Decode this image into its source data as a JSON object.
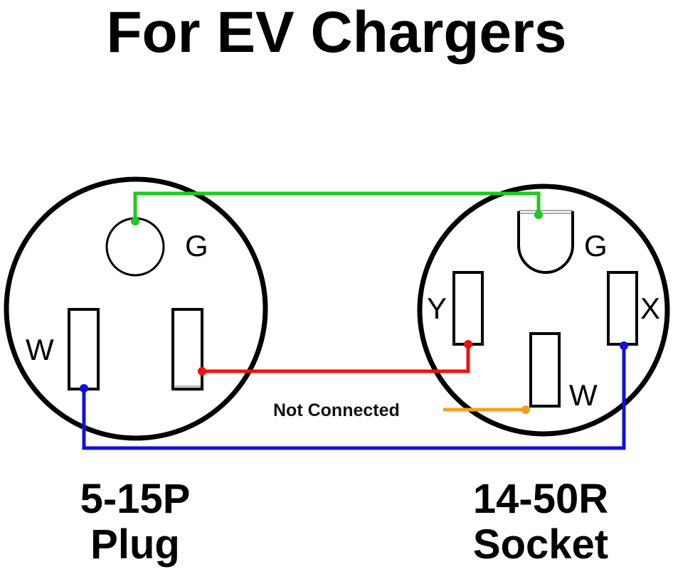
{
  "title": "For EV Chargers",
  "plug": {
    "model": "5-15P",
    "type": "Plug",
    "terminals": {
      "ground": "G",
      "neutral": "W"
    }
  },
  "socket": {
    "model": "14-50R",
    "type": "Socket",
    "terminals": {
      "ground": "G",
      "hot_y": "Y",
      "hot_x": "X",
      "neutral": "W"
    }
  },
  "wires": [
    {
      "name": "ground",
      "from": "5-15P G",
      "to": "14-50R G",
      "color": "#1ec91e"
    },
    {
      "name": "hot",
      "from": "5-15P hot blade",
      "to": "14-50R Y",
      "color": "#ee1111"
    },
    {
      "name": "neutral",
      "from": "5-15P W",
      "to": "14-50R X",
      "color": "#1010e0"
    },
    {
      "name": "not-connected",
      "from": "14-50R W",
      "to": "none",
      "color": "#f0a020"
    }
  ],
  "not_connected_label": "Not Connected"
}
